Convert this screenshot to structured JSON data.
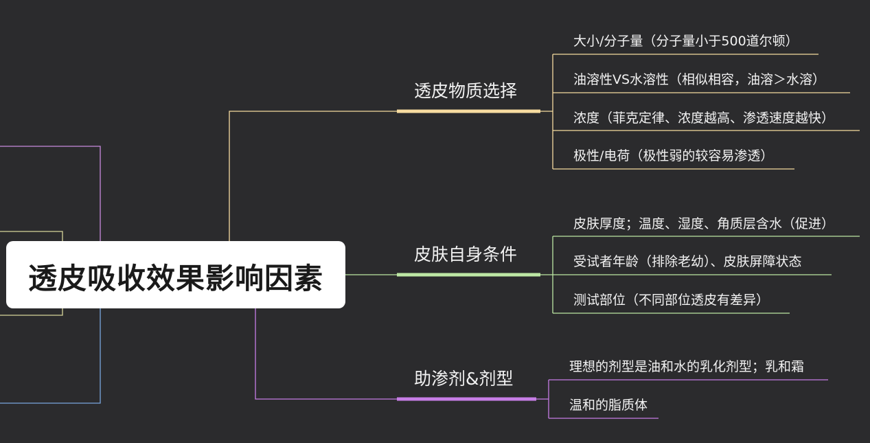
{
  "root": {
    "title": "透皮吸收效果影响因素"
  },
  "branches": [
    {
      "label": "透皮物质选择",
      "color": "#f7dca0",
      "leaves": [
        "大小/分子量（分子量小于500道尔顿）",
        "油溶性VS水溶性（相似相容，油溶＞水溶）",
        "浓度（菲克定律、浓度越高、渗透速度越快）",
        "极性/电荷（极性弱的较容易渗透）"
      ]
    },
    {
      "label": "皮肤自身条件",
      "color": "#bde8a4",
      "leaves": [
        "皮肤厚度；温度、湿度、角质层含水（促进）",
        "受试者年龄（排除老幼）、皮肤屏障状态",
        "测试部位（不同部位透皮有差异）"
      ]
    },
    {
      "label": "助渗剂&剂型",
      "color": "#c77ee6",
      "leaves": [
        "理想的剂型是油和水的乳化剂型；乳和霜",
        "温和的脂质体"
      ]
    }
  ],
  "left_stub_colors": [
    "#c98be0",
    "#d8d69a",
    "#7aa7e0"
  ]
}
